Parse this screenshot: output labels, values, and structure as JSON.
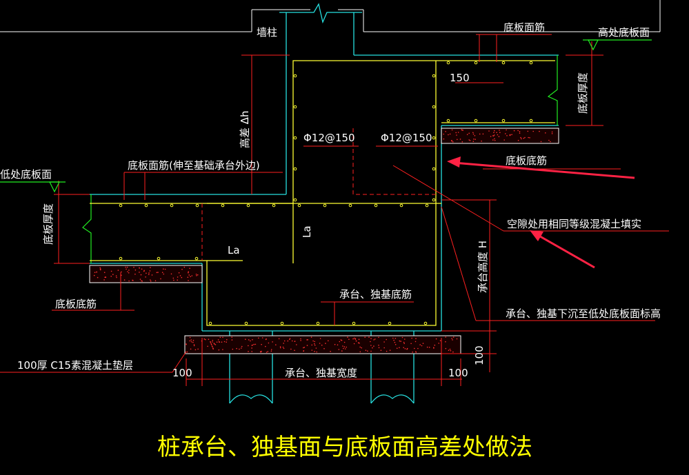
{
  "title": "桩承台、独基面与底板面高差处做法",
  "labels": {
    "wall_column": "墙柱",
    "top_rebar_right": "底板面筋",
    "high_slab_top": "高处底板面",
    "slab_thickness_right": "底板厚度",
    "dim_150": "150",
    "rebar_left": "Φ12@150",
    "rebar_right": "Φ12@150",
    "bottom_rebar_right": "底板底筋",
    "height_diff": "高差 Δh",
    "top_rebar_left": "底板面筋(伸至基础承台外边)",
    "low_slab_top": "低处底板面",
    "slab_thickness_left": "底板厚度",
    "la_vertical": "La",
    "la_horizontal": "La",
    "void_fill": "空隙处用相同等级混凝土填实",
    "cap_height": "承台高度 H",
    "bottom_rebar_left": "底板底筋",
    "cap_bottom_rebar": "承台、独基底筋",
    "cap_sink": "承台、独基下沉至低处底板面标高",
    "cushion": "100厚 C15素混凝土垫层",
    "dim_100_left": "100",
    "cap_width": "承台、独基宽度",
    "dim_100_right": "100",
    "dim_100_vertical": "100"
  },
  "colors": {
    "background": "#000000",
    "concrete_outline": "#27e0e0",
    "rebar": "#ffff33",
    "dimension": "#ff2020",
    "title": "#ffff00",
    "text": "#ffffff"
  }
}
